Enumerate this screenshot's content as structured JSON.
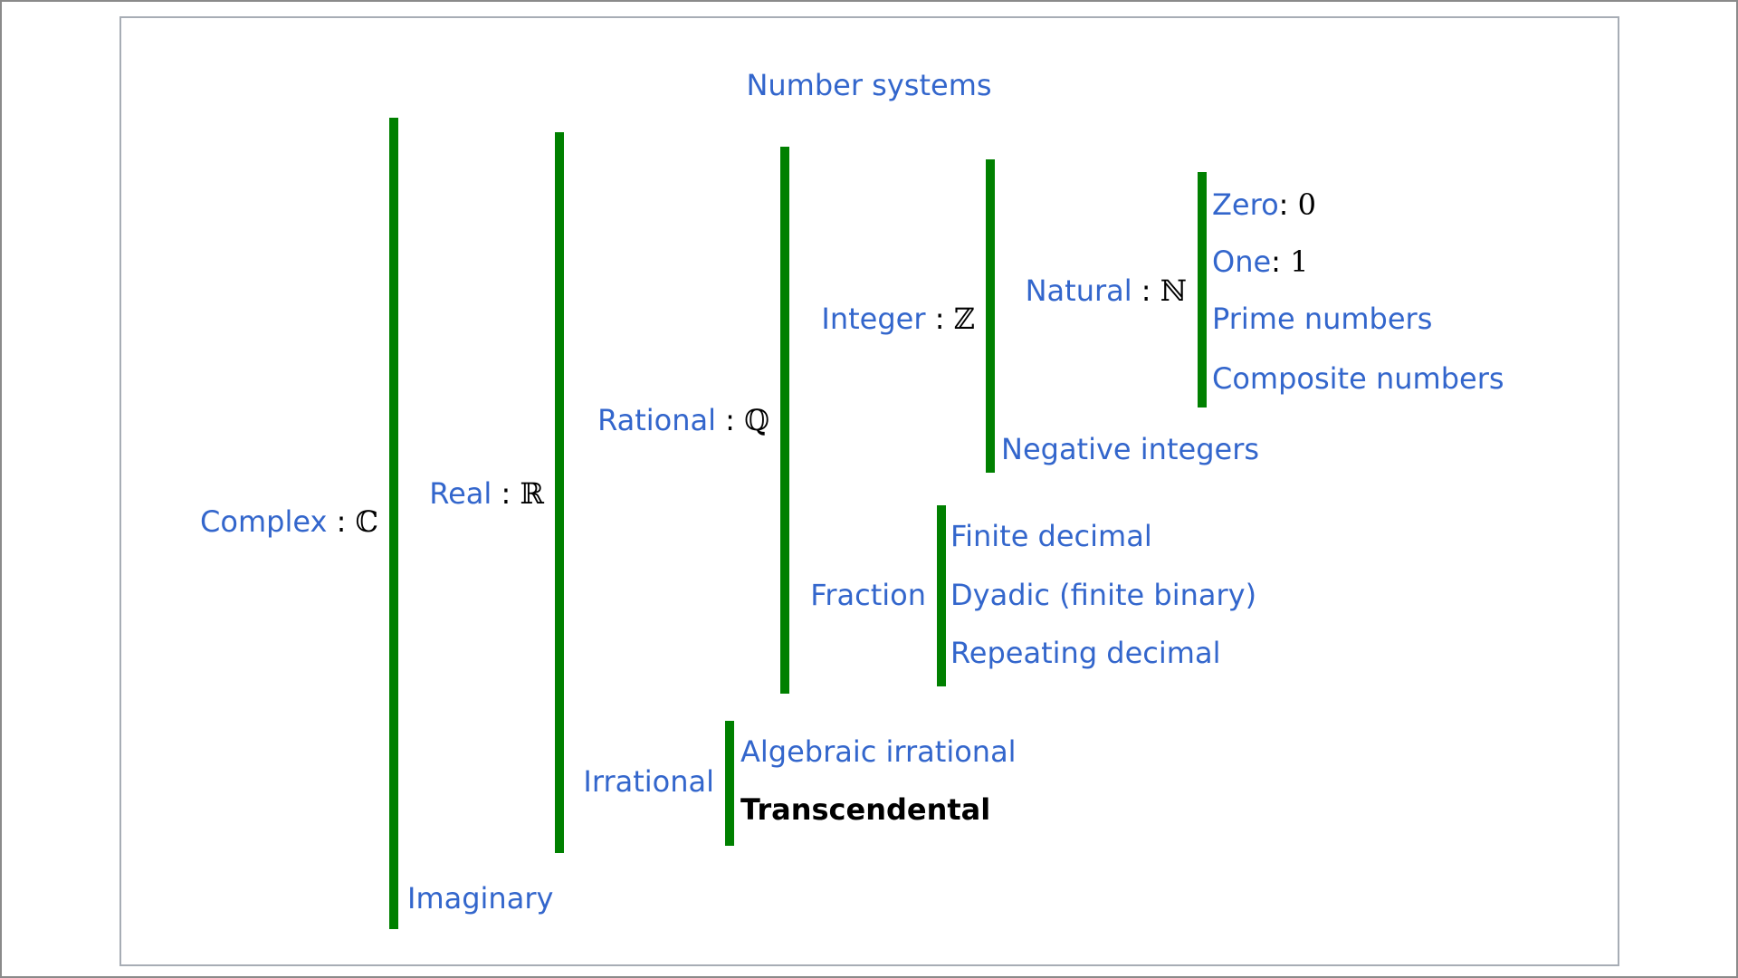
{
  "title": "Number systems",
  "colors": {
    "link_blue": "#3366cc",
    "bracket_green": "#008000",
    "text_black": "#000000",
    "panel_border": "#a7adb5"
  },
  "sets": {
    "complex": {
      "label": "Complex",
      "separator": " : ",
      "symbol": "ℂ"
    },
    "real": {
      "label": "Real",
      "separator": " : ",
      "symbol": "ℝ"
    },
    "rational": {
      "label": "Rational",
      "separator": " : ",
      "symbol": "ℚ"
    },
    "integer": {
      "label": "Integer",
      "separator": " : ",
      "symbol": "ℤ"
    },
    "natural": {
      "label": "Natural",
      "separator": " : ",
      "symbol": "ℕ"
    },
    "zero": {
      "label": "Zero",
      "separator": ": ",
      "value": "0"
    },
    "one": {
      "label": "One",
      "separator": ": ",
      "value": "1"
    },
    "prime": {
      "label": "Prime numbers"
    },
    "composite": {
      "label": "Composite numbers"
    },
    "negative_integers": {
      "label": "Negative integers"
    },
    "fraction": {
      "label": "Fraction"
    },
    "finite_decimal": {
      "label": "Finite decimal"
    },
    "dyadic": {
      "label": "Dyadic (finite binary)"
    },
    "repeating_decimal": {
      "label": "Repeating decimal"
    },
    "irrational": {
      "label": "Irrational"
    },
    "algebraic_irrational": {
      "label": "Algebraic irrational"
    },
    "transcendental": {
      "label": "Transcendental"
    },
    "imaginary": {
      "label": "Imaginary"
    }
  }
}
